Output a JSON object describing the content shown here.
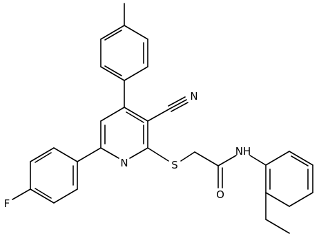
{
  "atoms": {
    "nitrile_n": "N",
    "pyridine_n": "N",
    "sulfur": "S",
    "amide_nh": "NH",
    "oxygen": "O",
    "fluorine": "F"
  }
}
